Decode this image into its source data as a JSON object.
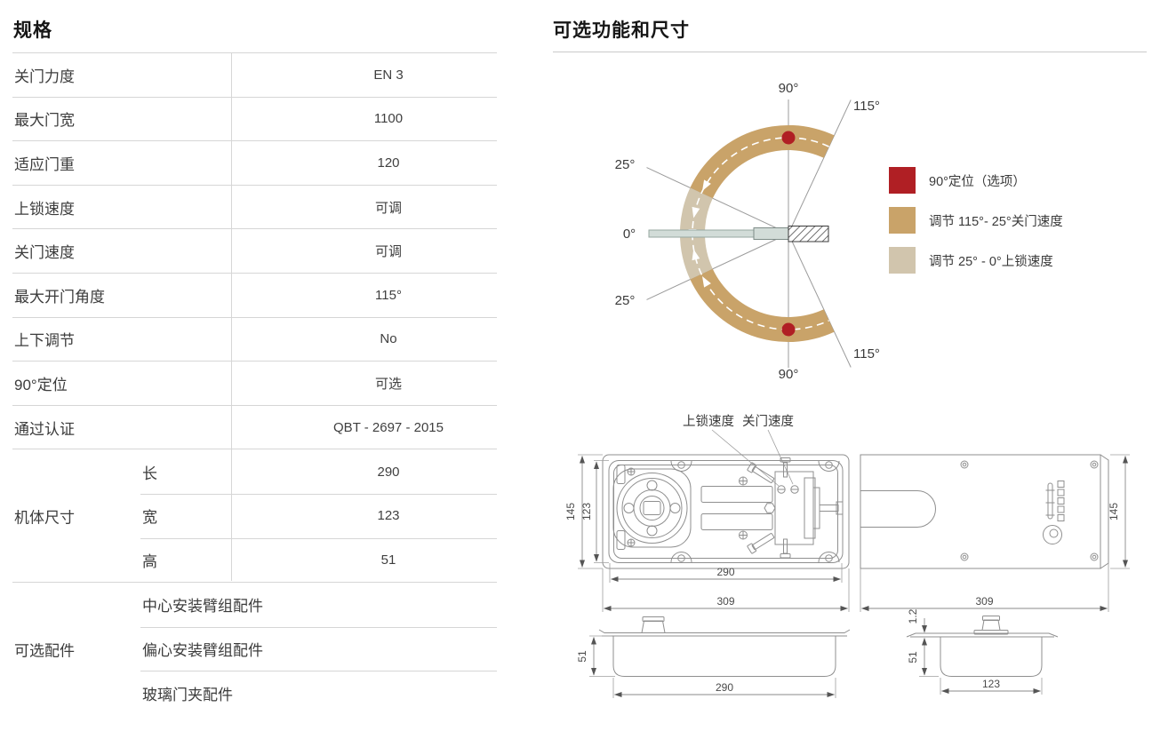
{
  "spec": {
    "title": "规格",
    "rows": [
      {
        "label": "关门力度",
        "value": "EN 3"
      },
      {
        "label": "最大门宽",
        "value": "1100"
      },
      {
        "label": "适应门重",
        "value": "120"
      },
      {
        "label": "上锁速度",
        "value": "可调"
      },
      {
        "label": "关门速度",
        "value": "可调"
      },
      {
        "label": "最大开门角度",
        "value": "115°"
      },
      {
        "label": "上下调节",
        "value": "No"
      },
      {
        "label": "90°定位",
        "value": "可选"
      },
      {
        "label": "通过认证",
        "value": "QBT - 2697 - 2015"
      }
    ],
    "body_size": {
      "label": "机体尺寸",
      "rows": [
        {
          "label": "长",
          "value": "290"
        },
        {
          "label": "宽",
          "value": "123"
        },
        {
          "label": "高",
          "value": "51"
        }
      ]
    },
    "accessories": {
      "label": "可选配件",
      "items": [
        "中心安装臂组配件",
        "偏心安装臂组配件",
        "玻璃门夹配件"
      ]
    }
  },
  "options": {
    "title": "可选功能和尺寸",
    "angles": {
      "top": "90°",
      "top_right": "115°",
      "upper_left": "25°",
      "zero": "0°",
      "lower_left": "25°",
      "bottom_right": "115°",
      "bottom": "90°"
    },
    "legend": [
      {
        "color": "#b01f24",
        "label": "90°定位（选项）"
      },
      {
        "color": "#c9a369",
        "label": "调节 115°- 25°关门速度"
      },
      {
        "color": "#d1c5ad",
        "label": "调节 25° - 0°上锁速度"
      }
    ],
    "callouts": {
      "lock_speed": "上锁速度",
      "close_speed": "关门速度"
    },
    "dims": {
      "top_view": {
        "h_outer": "145",
        "h_inner": "123",
        "w_inner": "290",
        "w_outer": "309"
      },
      "cover_view": {
        "h": "145",
        "w": "309"
      },
      "side_view": {
        "h": "51",
        "w": "290"
      },
      "end_view": {
        "thickness": "1.2",
        "h": "51",
        "w": "123"
      }
    }
  },
  "colors": {
    "arc_tan": "#c9a369",
    "arc_beige": "#d1c5ad",
    "dot_red": "#b01f24",
    "door_fill": "#d2dcd8"
  }
}
